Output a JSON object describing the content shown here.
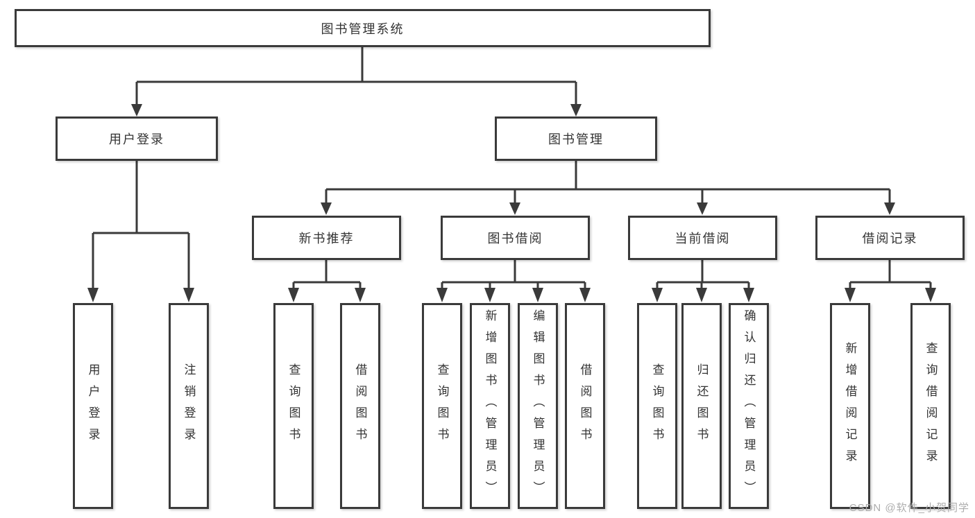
{
  "tree": {
    "label": "图书管理系统",
    "children": [
      {
        "label": "用户登录",
        "children": [
          {
            "label": "用户登录"
          },
          {
            "label": "注销登录"
          }
        ]
      },
      {
        "label": "图书管理",
        "children": [
          {
            "label": "新书推荐",
            "children": [
              {
                "label": "查询图书"
              },
              {
                "label": "借阅图书"
              }
            ]
          },
          {
            "label": "图书借阅",
            "children": [
              {
                "label": "查询图书"
              },
              {
                "label": "新增图书（管理员）"
              },
              {
                "label": "编辑图书（管理员）"
              },
              {
                "label": "借阅图书"
              }
            ]
          },
          {
            "label": "当前借阅",
            "children": [
              {
                "label": "查询图书"
              },
              {
                "label": "归还图书"
              },
              {
                "label": "确认归还（管理员）"
              }
            ]
          },
          {
            "label": "借阅记录",
            "children": [
              {
                "label": "新增借阅记录"
              },
              {
                "label": "查询借阅记录"
              }
            ]
          }
        ]
      }
    ]
  },
  "watermark": {
    "text": "CSDN @软件_小贺同学"
  },
  "colors": {
    "line": "#3a3a3a",
    "text": "#333333",
    "watermark": "#adadad",
    "background": "#ffffff"
  }
}
